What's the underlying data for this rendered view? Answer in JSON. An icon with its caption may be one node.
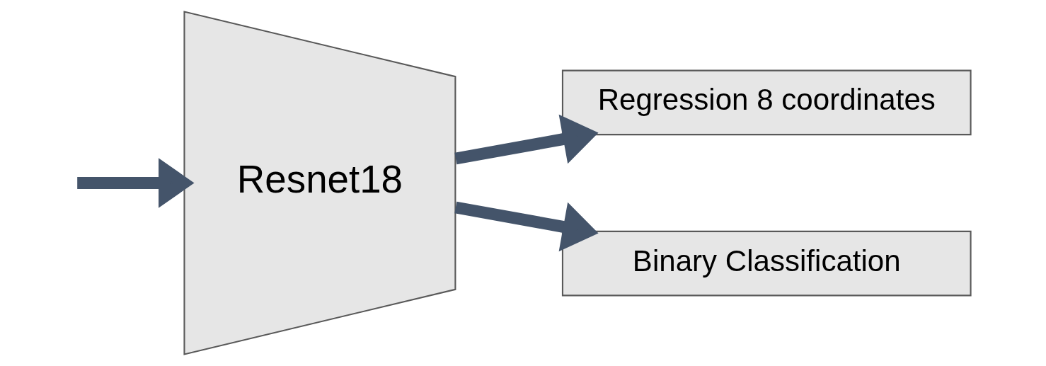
{
  "diagram": {
    "nodes": [
      {
        "text": [
          "Resnet18"
        ]
      },
      {
        "text": [
          "Regression 8 coordinates"
        ]
      },
      {
        "text": [
          "Binary Classification"
        ]
      }
    ],
    "edges": [
      {
        "from": null,
        "to": 0,
        "arrow": "to"
      },
      {
        "from": 0,
        "to": 1,
        "arrow": "to"
      },
      {
        "from": 0,
        "to": 2,
        "arrow": "to"
      }
    ]
  }
}
